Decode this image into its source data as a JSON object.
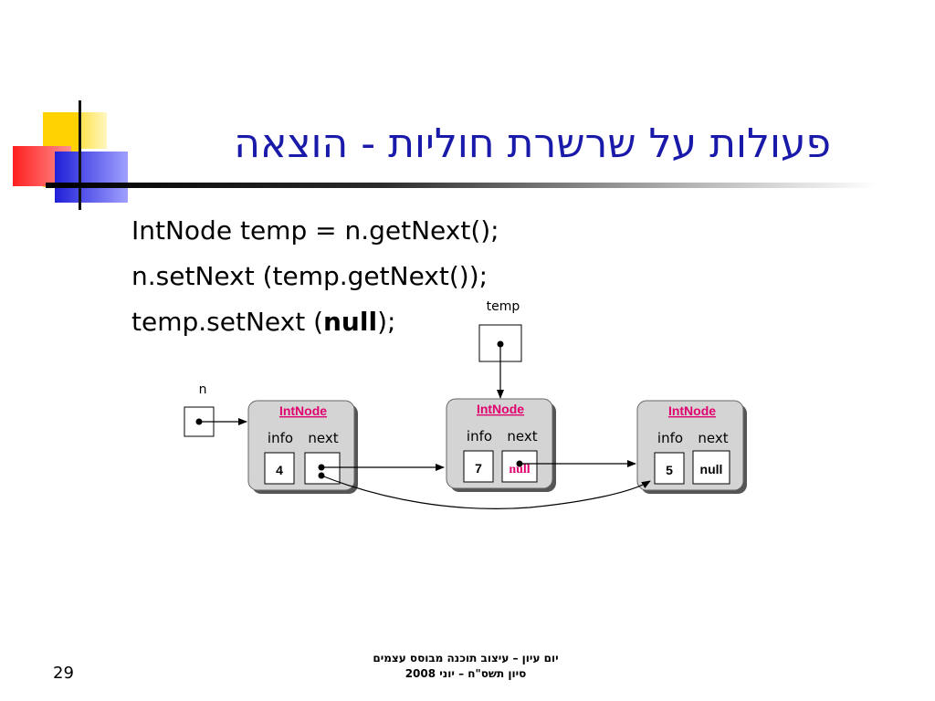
{
  "slide": {
    "title": "פעולות על שרשרת חוליות - הוצאה",
    "code_lines": [
      "IntNode temp = n.getNext();",
      "n.setNext (temp.getNext());"
    ],
    "code_line3_prefix": "temp.setNext (",
    "code_line3_bold": "null",
    "code_line3_suffix": ");",
    "page_number": "29"
  },
  "diagram": {
    "var_n": "n",
    "var_temp": "temp",
    "node_title": "IntNode",
    "info_label": "info",
    "next_label": "next",
    "nodes": [
      {
        "info": "4",
        "next": ""
      },
      {
        "info": "7",
        "next": "null"
      },
      {
        "info": "5",
        "next": "null"
      }
    ]
  },
  "footer": {
    "line1": "יום עיון – עיצוב תוכנה מבוסס עצמים",
    "line2": "סיון תשס\"ח – יוני  2008"
  },
  "colors": {
    "title": "#1a1aaa",
    "node_title": "#e0006e",
    "node_fill": "#d4d4d4",
    "deco_yellow": "#ffd700",
    "deco_red": "#ff3030",
    "deco_blue": "#2a2ad8"
  }
}
